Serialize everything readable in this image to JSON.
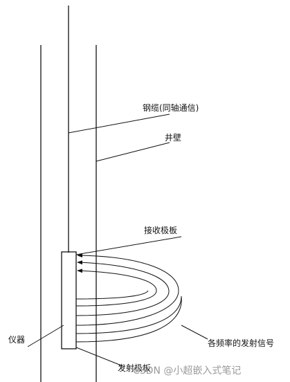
{
  "labels": {
    "cable": "钢缆(同轴通信)",
    "well_wall": "井壁",
    "receiver_plate": "接收极板",
    "instrument": "仪器",
    "signals": "各频率的发射信号",
    "transmitter_plate": "发射极板"
  },
  "watermark": "CSDN @小超嵌入式笔记",
  "colors": {
    "line": "#111111",
    "background": "#ffffff",
    "watermark": "#9a9a9a"
  }
}
